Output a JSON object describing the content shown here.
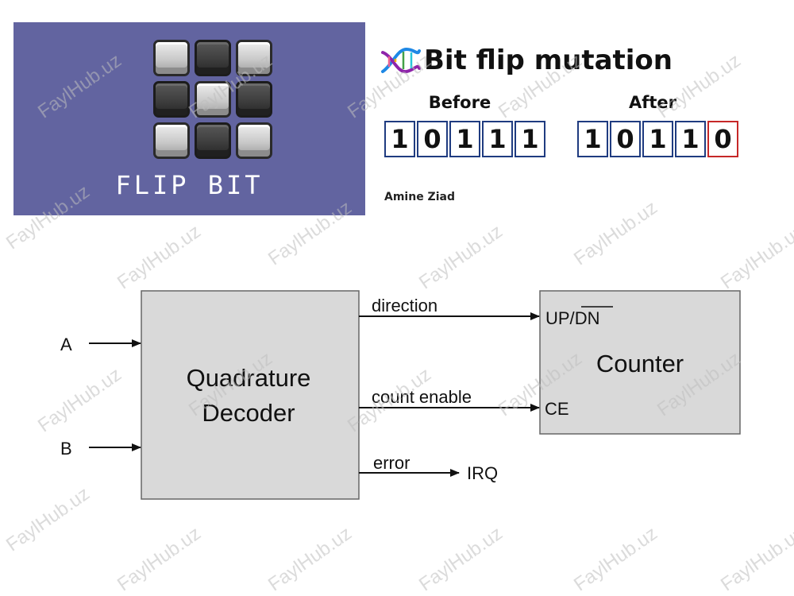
{
  "banner": {
    "label": "FLIP BIT",
    "grid": [
      "light",
      "dark",
      "light",
      "dark",
      "light",
      "dark",
      "light",
      "dark",
      "light"
    ]
  },
  "mutation": {
    "title": "Bit flip mutation",
    "before_label": "Before",
    "after_label": "After",
    "before_bits": [
      "1",
      "0",
      "1",
      "1",
      "1"
    ],
    "after_bits": [
      "1",
      "0",
      "1",
      "1",
      "0"
    ],
    "flipped_index": 4,
    "author": "Amine Ziad",
    "colors": {
      "cell_border": "#1f3b80",
      "flipped_border": "#c62828"
    }
  },
  "diagram": {
    "decoder_line1": "Quadrature",
    "decoder_line2": "Decoder",
    "counter_label": "Counter",
    "input_a": "A",
    "input_b": "B",
    "signal_direction": "direction",
    "signal_count_enable": "count enable",
    "signal_error": "error",
    "port_up": "UP/",
    "port_dn": "DN",
    "port_ce": "CE",
    "irq_label": "IRQ"
  },
  "watermark": "FaylHub.uz"
}
